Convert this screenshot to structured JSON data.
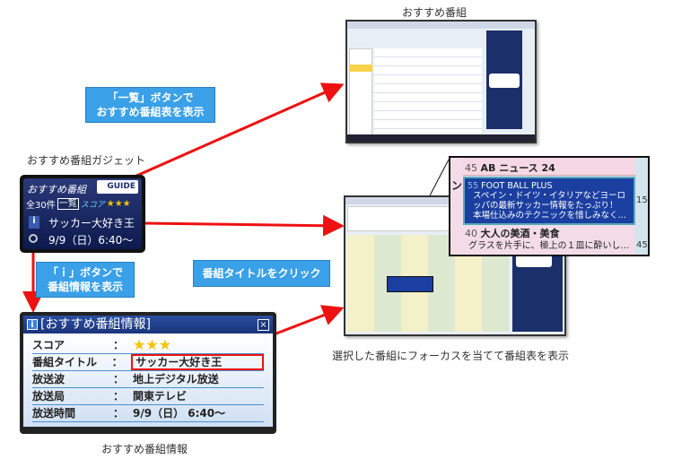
{
  "labels": {
    "recommend_list_title": "おすすめ番組",
    "gadget_title": "おすすめ番組ガジェット",
    "info_title": "おすすめ番組情報",
    "focus_caption": "選択した番組にフォーカスを当てて番組表を表示"
  },
  "callouts": {
    "list_button": [
      "「一覧」ボタンで",
      "おすすめ番組表を表示"
    ],
    "i_button": [
      "「ｉ」ボタンで",
      "番組情報を表示"
    ],
    "title_click": "番組タイトルをクリック"
  },
  "gadget": {
    "header": "おすすめ番組",
    "logo": "GUIDE",
    "count": "全30件",
    "list_button": "一覧",
    "score_label": "スコア",
    "stars": "★★★",
    "info_button": "i",
    "program_title": "サッカー大好き王",
    "datetime": "9/9（日）6:40〜"
  },
  "inset": {
    "rows": [
      {
        "min": "45",
        "title": "AB ニュース 24"
      },
      {
        "min": "55",
        "title": "FOOT BALL PLUS",
        "desc": [
          "スペイン・ドイツ・イタリアなどヨーロ",
          "ッパの最新サッカー情報をたっぷり！",
          "本場仕込みのテクニックを惜しみなく…"
        ]
      },
      {
        "min": "40",
        "title": "大人の美酒・美食",
        "desc": [
          "グラスを片手に、極上の１皿に酔いし…"
        ]
      }
    ],
    "left_frag": "ン",
    "right_mins": [
      "15",
      "45"
    ]
  },
  "dialog": {
    "title": "[おすすめ番組情報]",
    "close": "×",
    "rows": [
      {
        "key": "スコア",
        "value": "★★★"
      },
      {
        "key": "番組タイトル",
        "value": "サッカー大好き王"
      },
      {
        "key": "放送波",
        "value": "地上デジタル放送"
      },
      {
        "key": "放送局",
        "value": "関東テレビ"
      },
      {
        "key": "放送時間",
        "value": "9/9（日） 6:40〜"
      }
    ],
    "colon": "："
  },
  "colors": {
    "arrow": "#ee1111",
    "callout": "#3aa0e8",
    "star": "#f5c400"
  }
}
